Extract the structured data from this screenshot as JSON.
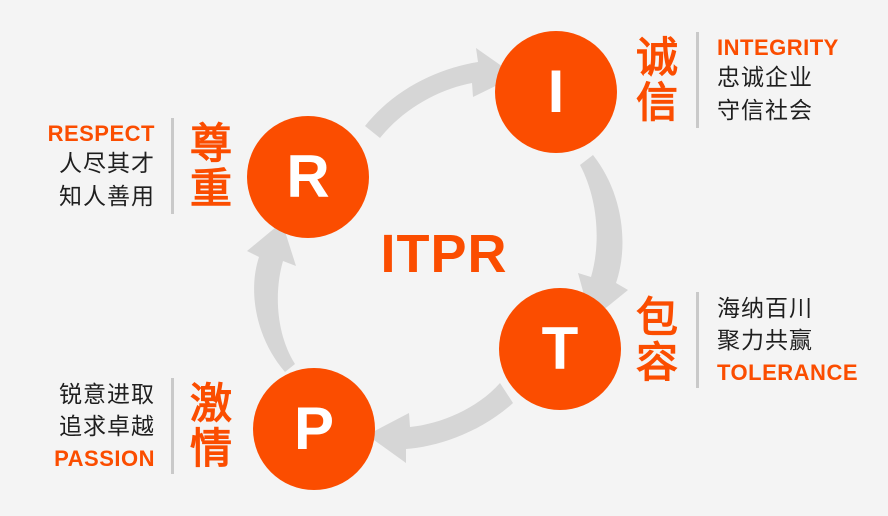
{
  "theme": {
    "background": "#f4f4f4",
    "accent_orange": "#fb4d00",
    "circle_fill": "#fb4d00",
    "letter_color": "#ffffff",
    "arrow_gray": "#d6d6d6",
    "divider_gray": "#c9c9c9",
    "body_text": "#1f1f1f"
  },
  "center": {
    "acronym": "ITPR"
  },
  "nodes": [
    {
      "id": "R",
      "letter": "R",
      "name": "respect"
    },
    {
      "id": "I",
      "letter": "I",
      "name": "integrity"
    },
    {
      "id": "T",
      "letter": "T",
      "name": "tolerance"
    },
    {
      "id": "P",
      "letter": "P",
      "name": "passion"
    }
  ],
  "blocks": {
    "respect": {
      "cjk_1": "尊",
      "cjk_2": "重",
      "english": "RESPECT",
      "line_1": "人尽其才",
      "line_2": "知人善用"
    },
    "integrity": {
      "cjk_1": "诚",
      "cjk_2": "信",
      "english": "INTEGRITY",
      "line_1": "忠诚企业",
      "line_2": "守信社会"
    },
    "tolerance": {
      "cjk_1": "包",
      "cjk_2": "容",
      "english": "TOLERANCE",
      "line_1": "海纳百川",
      "line_2": "聚力共赢"
    },
    "passion": {
      "cjk_1": "激",
      "cjk_2": "情",
      "english": "PASSION",
      "line_1": "锐意进取",
      "line_2": "追求卓越"
    }
  },
  "arrows": [
    {
      "name": "arrow-r-to-i",
      "from": "R",
      "to": "I",
      "direction": "up-right"
    },
    {
      "name": "arrow-i-to-t",
      "from": "I",
      "to": "T",
      "direction": "down"
    },
    {
      "name": "arrow-t-to-p",
      "from": "T",
      "to": "P",
      "direction": "left"
    },
    {
      "name": "arrow-p-to-r",
      "from": "P",
      "to": "R",
      "direction": "up"
    }
  ]
}
